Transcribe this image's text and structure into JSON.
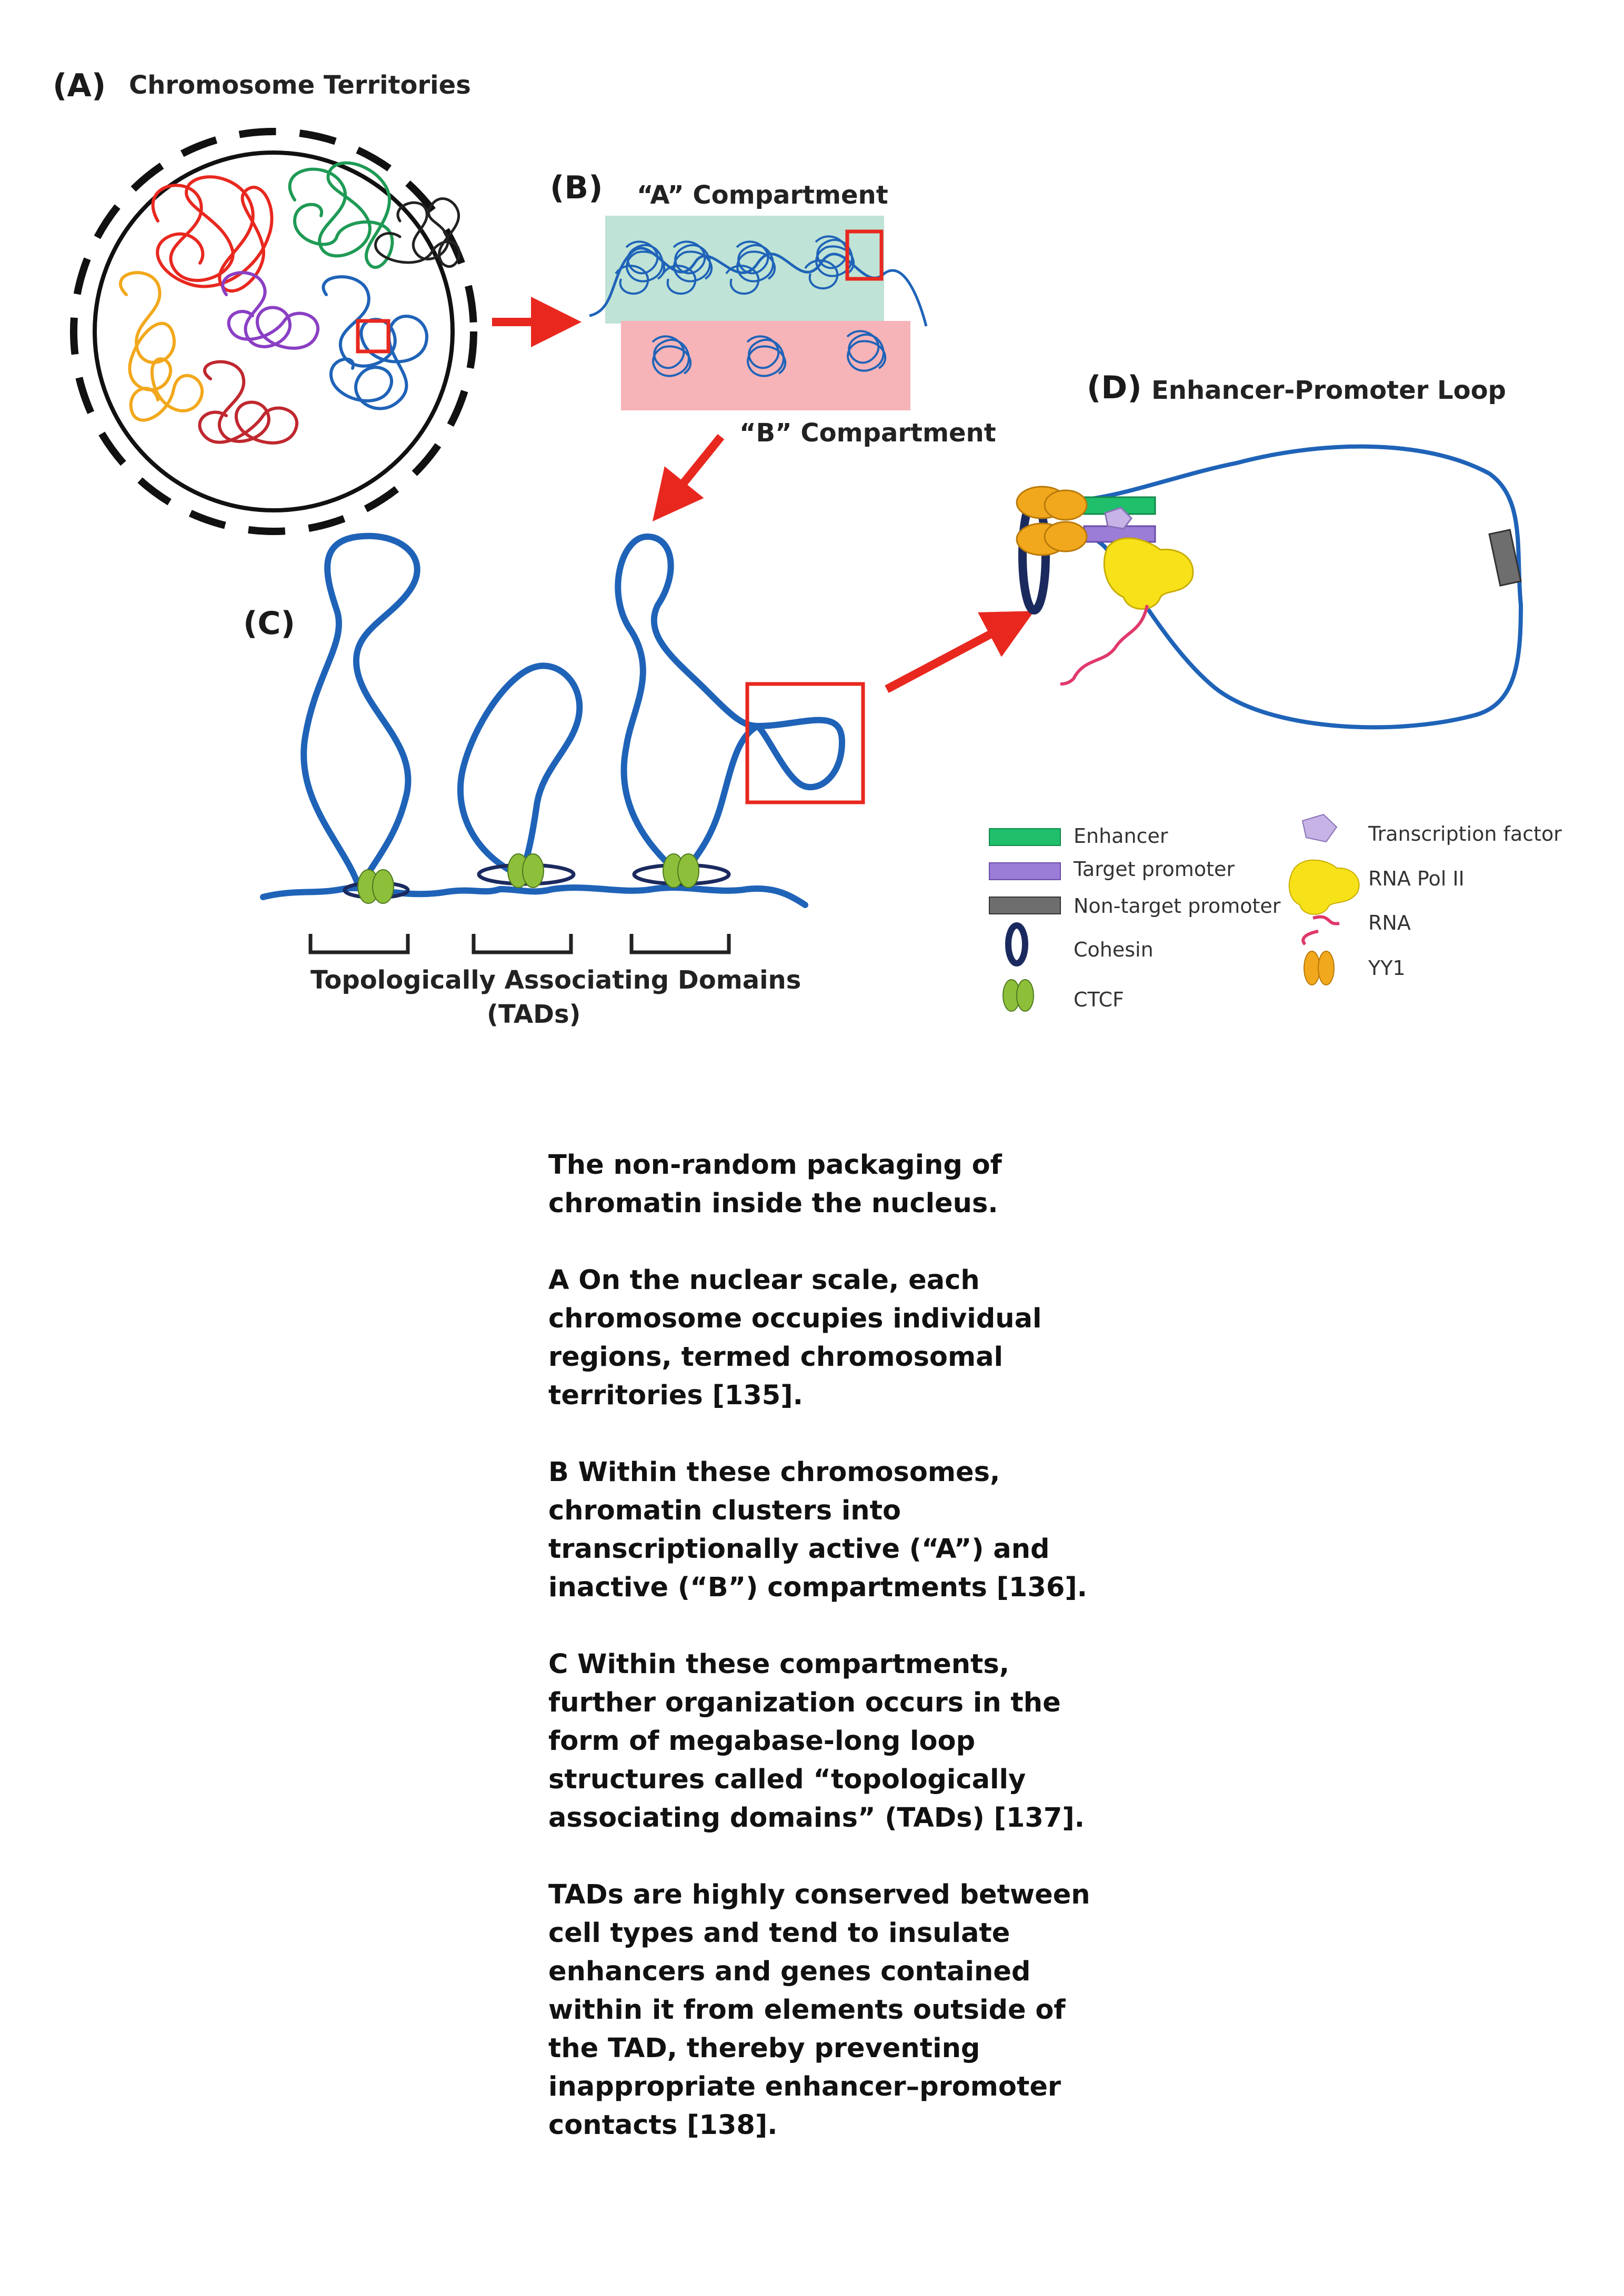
{
  "panels": {
    "a": {
      "letter": "(A)",
      "title": "Chromosome Territories"
    },
    "b": {
      "letter": "(B)",
      "compartment_a": "“A” Compartment",
      "compartment_b": "“B” Compartment"
    },
    "c": {
      "letter": "(C)",
      "tads_line1": "Topologically Associating Domains",
      "tads_line2": "(TADs)"
    },
    "d": {
      "letter": "(D)",
      "title": "Enhancer-Promoter Loop"
    }
  },
  "legend": {
    "enhancer": "Enhancer",
    "target_promoter": "Target promoter",
    "non_target_promoter": "Non-target promoter",
    "cohesin": "Cohesin",
    "ctcf": "CTCF",
    "transcription_factor": "Transcription factor",
    "rna_pol": "RNA Pol II",
    "rna": "RNA",
    "yy1": "YY1"
  },
  "colors": {
    "chromatin": "#1f63b8",
    "arrow": "#e8281f",
    "compartment_a_bg": "#bfe3d6",
    "compartment_b_bg": "#f6b4b8",
    "enhancer": "#1fbf6c",
    "target_promoter": "#9b7cd6",
    "non_target_promoter": "#6e6e6e",
    "cohesin": "#1b2a5e",
    "ctcf": "#8dbf3a",
    "transcription_factor": "#c7b3e6",
    "rna_pol": "#f7e21a",
    "rna": "#e0386b",
    "yy1": "#f2a81c"
  },
  "caption": {
    "p1": "The non-random packaging of chromatin inside the nucleus.",
    "p2": "A On the nuclear scale, each chromosome occupies individual regions, termed chromosomal territories [135].",
    "p3": "B Within these chromosomes, chromatin clusters into transcriptionally active (“A”) and inactive (“B”) compartments [136].",
    "p4": "C Within these compartments, further organization occurs in the form of megabase-long loop structures called “topologically associating domains” (TADs) [137].",
    "p5": "TADs are highly conserved between cell types and tend to insulate enhancers and genes contained within it from elements outside of the TAD, thereby preventing inappropriate enhancer–promoter contacts [138]."
  }
}
